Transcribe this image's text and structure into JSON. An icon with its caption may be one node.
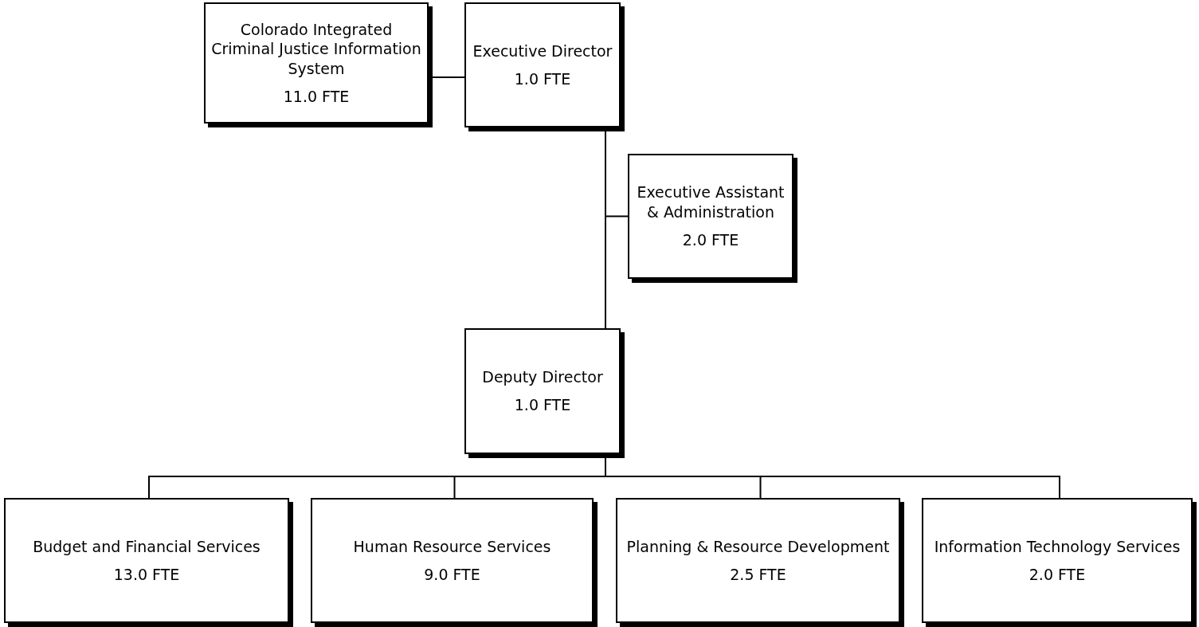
{
  "diagram": {
    "nodes": [
      {
        "text": [
          "Colorado Integrated Criminal Justice Information System",
          "11.0 FTE"
        ]
      },
      {
        "text": [
          "Executive Director",
          "1.0 FTE"
        ]
      },
      {
        "text": [
          "Executive Assistant & Administration",
          "2.0 FTE"
        ]
      },
      {
        "text": [
          "Deputy Director",
          "1.0 FTE"
        ]
      },
      {
        "text": [
          "Budget and Financial Services",
          "13.0 FTE"
        ]
      },
      {
        "text": [
          "Human Resource Services",
          "9.0 FTE"
        ]
      },
      {
        "text": [
          "Planning & Resource Development",
          "2.5 FTE"
        ]
      },
      {
        "text": [
          "Information Technology Services",
          "2.0 FTE"
        ]
      }
    ],
    "edges": [
      {
        "from": 1,
        "to": 0,
        "arrow": "none"
      },
      {
        "from": 1,
        "to": 2,
        "arrow": "none"
      },
      {
        "from": 1,
        "to": 3,
        "arrow": "none"
      },
      {
        "from": 3,
        "to": 4,
        "arrow": "none"
      },
      {
        "from": 3,
        "to": 5,
        "arrow": "none"
      },
      {
        "from": 3,
        "to": 6,
        "arrow": "none"
      },
      {
        "from": 3,
        "to": 7,
        "arrow": "none"
      }
    ]
  }
}
